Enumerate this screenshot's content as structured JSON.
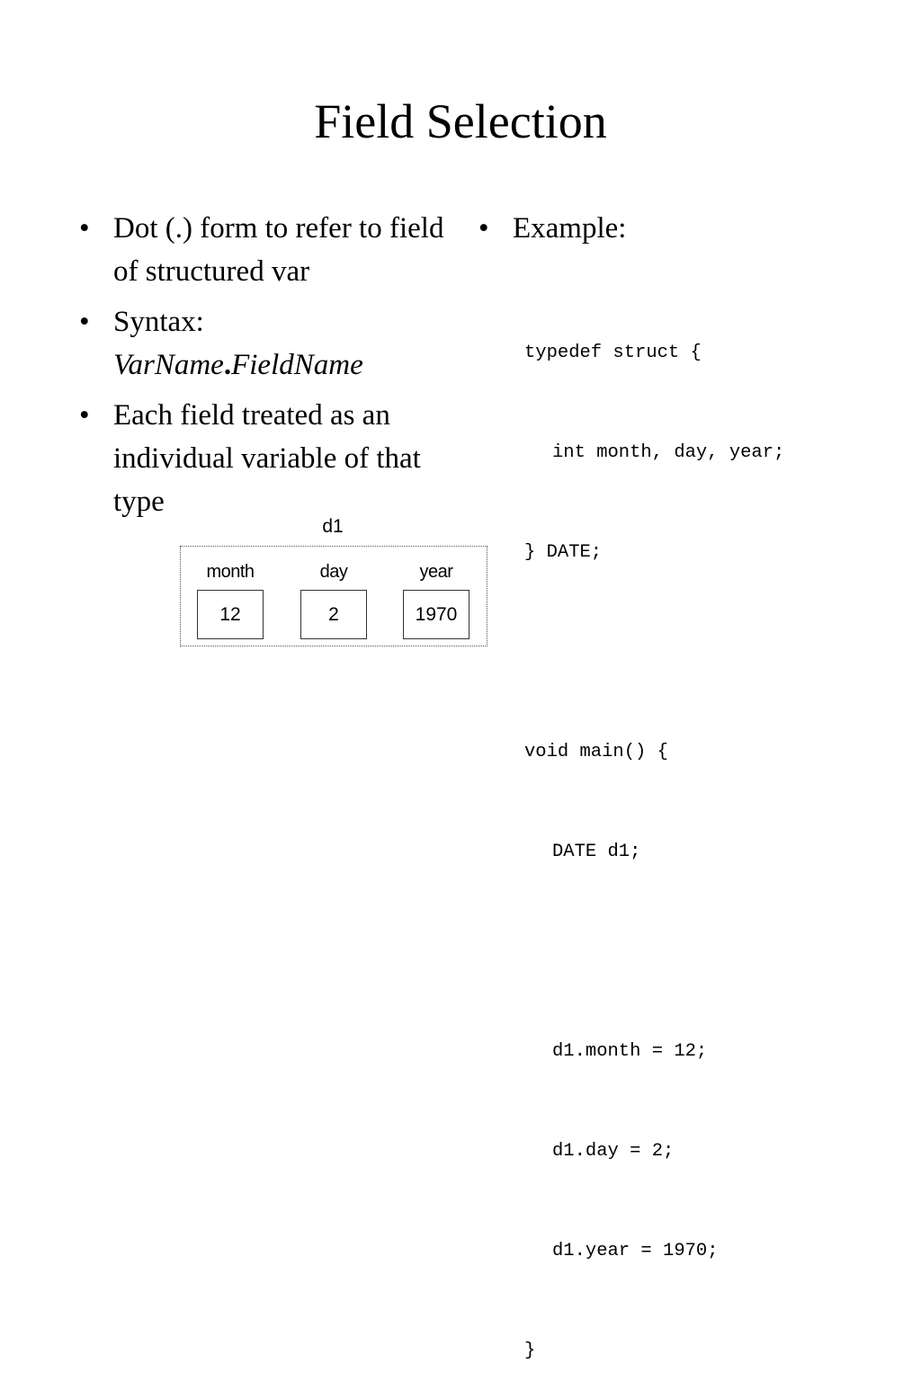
{
  "slide": {
    "title": "Field Selection",
    "bullet_symbol": "•",
    "left_bullets": {
      "b1": "Dot (.) form to refer to field of structured var",
      "b2_label": "Syntax:",
      "b2_varname": "VarName",
      "b2_dot": ".",
      "b2_fieldname": "FieldName",
      "b3": "Each field treated as an individual variable of that type"
    },
    "right_bullets": {
      "b1": "Example:"
    },
    "code": [
      "typedef struct {",
      "int month, day, year;",
      "} DATE;",
      "",
      "void main() {",
      "DATE d1;",
      "",
      "d1.month = 12;",
      "d1.day = 2;",
      "d1.year = 1970;",
      "}"
    ],
    "diagram": {
      "variable_label": "d1",
      "fields": [
        {
          "name": "month",
          "value": "12"
        },
        {
          "name": "day",
          "value": "2"
        },
        {
          "name": "year",
          "value": "1970"
        }
      ]
    }
  }
}
